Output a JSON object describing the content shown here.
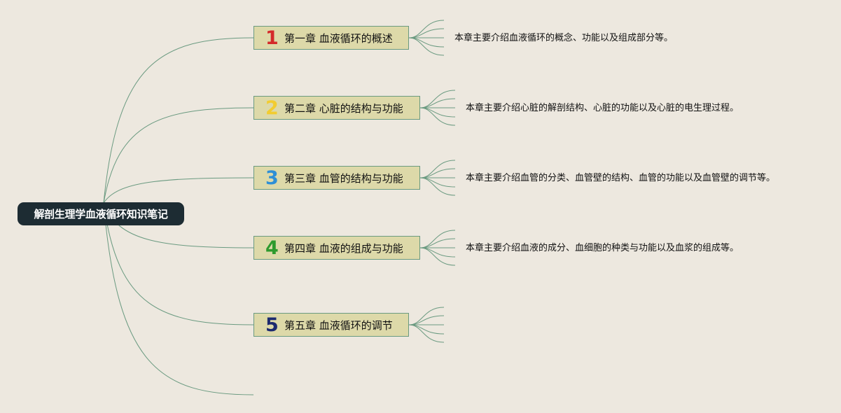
{
  "root": {
    "label": "解剖生理学血液循环知识笔记"
  },
  "chapters": [
    {
      "number": "1",
      "number_color": "#d42a2a",
      "title": "第一章 血液循环的概述",
      "description": "本章主要介绍血液循环的概念、功能以及组成部分等。"
    },
    {
      "number": "2",
      "number_color": "#f2cc30",
      "title": "第二章 心脏的结构与功能",
      "description": "本章主要介绍心脏的解剖结构、心脏的功能以及心脏的电生理过程。"
    },
    {
      "number": "3",
      "number_color": "#2e8fd6",
      "title": "第三章 血管的结构与功能",
      "description": "本章主要介绍血管的分类、血管壁的结构、血管的功能以及血管壁的调节等。"
    },
    {
      "number": "4",
      "number_color": "#2e9a2e",
      "title": "第四章 血液的组成与功能",
      "description": "本章主要介绍血液的成分、血细胞的种类与功能以及血浆的组成等。"
    },
    {
      "number": "5",
      "number_color": "#1c2a6e",
      "title": "第五章 血液循环的调节",
      "description": ""
    }
  ],
  "colors": {
    "background": "#ede8df",
    "line": "#6a9a80",
    "root_fill": "#1d2c33",
    "chapter_fill": "#ddd9a9"
  }
}
